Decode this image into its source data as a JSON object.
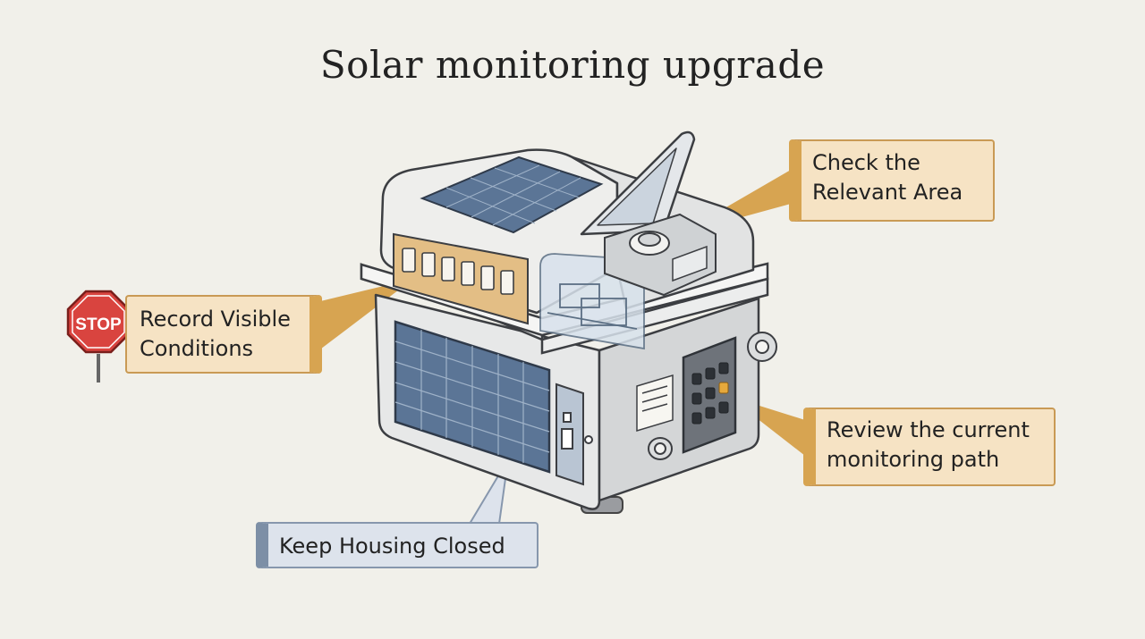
{
  "title": "Solar monitoring upgrade",
  "callouts": {
    "check_area": {
      "line1": "Check the",
      "line2": "Relevant Area"
    },
    "record_conditions": {
      "line1": "Record Visible",
      "line2": "Conditions"
    },
    "review_path": {
      "line1": "Review the current",
      "line2": "monitoring path"
    },
    "keep_closed": {
      "text": "Keep Housing Closed"
    }
  },
  "stop_sign": {
    "text": "STOP"
  },
  "colors": {
    "background": "#f1f0ea",
    "callout_tan": "#f6e3c4",
    "callout_tan_accent": "#d7a451",
    "callout_blue": "#dde3ec",
    "callout_blue_accent": "#7d8fa6",
    "stop_red": "#d9443f",
    "panel_blue": "#5b7596"
  }
}
